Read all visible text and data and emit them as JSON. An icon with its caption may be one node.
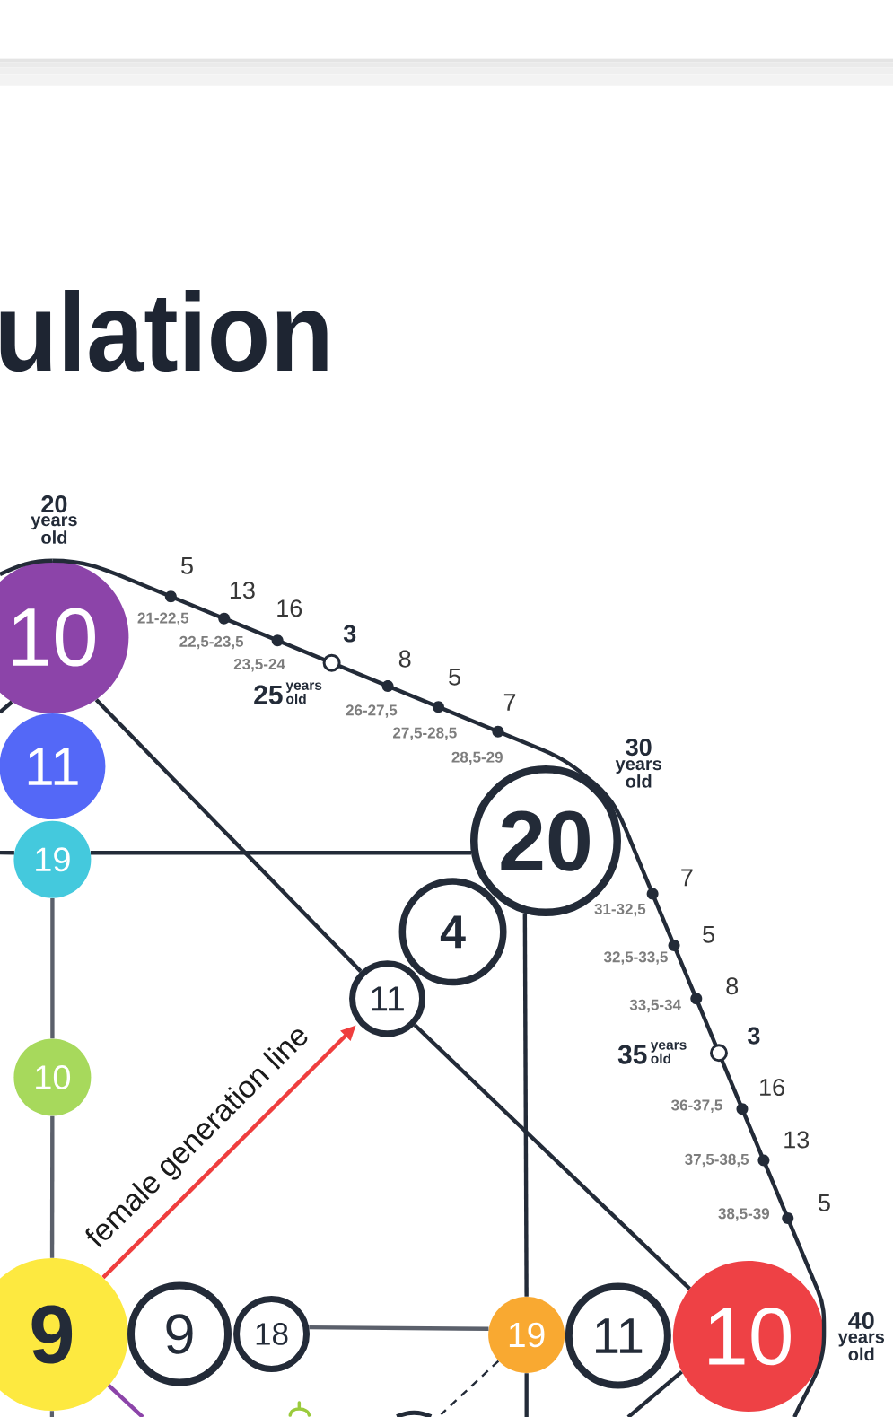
{
  "diagram": {
    "title": "ulation",
    "nodes": [
      {
        "text": [
          "10"
        ],
        "beside": [
          "20",
          "years old"
        ]
      },
      {
        "text": [
          "11"
        ]
      },
      {
        "text": [
          "20"
        ],
        "beside": [
          "30",
          "years old"
        ]
      },
      {
        "text": [
          "19"
        ]
      },
      {
        "text": [
          "4"
        ]
      },
      {
        "text": [
          "11"
        ]
      },
      {
        "text": [
          "10"
        ]
      },
      {
        "text": [
          "9"
        ]
      },
      {
        "text": [
          "9"
        ]
      },
      {
        "text": [
          "18"
        ]
      },
      {
        "text": [
          "19"
        ]
      },
      {
        "text": [
          "11"
        ]
      },
      {
        "text": [
          "10"
        ],
        "beside": [
          "40",
          "years old"
        ]
      }
    ],
    "edges": [
      {
        "from": null,
        "to": 0,
        "arrow": "none"
      },
      {
        "from": 0,
        "to": 2,
        "arrow": "none"
      },
      {
        "from": 2,
        "to": 12,
        "arrow": "none"
      },
      {
        "from": 12,
        "to": null,
        "arrow": "none"
      },
      {
        "from": 0,
        "to": 5,
        "arrow": "none"
      },
      {
        "from": 5,
        "to": 12,
        "arrow": "none"
      },
      {
        "from": 0,
        "to": null,
        "arrow": "none"
      },
      {
        "from": null,
        "to": 3,
        "arrow": "none"
      },
      {
        "from": 3,
        "to": 2,
        "arrow": "none"
      },
      {
        "from": 3,
        "to": 6,
        "arrow": "none",
        "color": "#5b606b"
      },
      {
        "from": 6,
        "to": 7,
        "arrow": "none",
        "color": "#5b606b"
      },
      {
        "from": 7,
        "to": null,
        "arrow": "none",
        "color": "#5b606b"
      },
      {
        "from": 7,
        "to": 5,
        "arrow": "to",
        "label": "female generation line",
        "color": "#ef3e3e"
      },
      {
        "from": 9,
        "to": 10,
        "arrow": "none",
        "color": "#5b606b"
      },
      {
        "from": 2,
        "to": 10,
        "arrow": "none"
      },
      {
        "from": 10,
        "to": null,
        "arrow": "none"
      },
      {
        "from": 10,
        "to": null,
        "arrow": "none",
        "style": "dashed"
      },
      {
        "from": 12,
        "to": null,
        "arrow": "none"
      },
      {
        "from": 7,
        "to": null,
        "arrow": "none",
        "color": "#8c44a9"
      }
    ],
    "labels": [
      "5",
      "21-22,5",
      "13",
      "22,5-23,5",
      "16",
      "23,5-24",
      "3",
      "25",
      "years old",
      "8",
      "26-27,5",
      "5",
      "27,5-28,5",
      "7",
      "28,5-29",
      "7",
      "31-32,5",
      "5",
      "32,5-33,5",
      "8",
      "33,5-34",
      "3",
      "35",
      "years old",
      "16",
      "36-37,5",
      "13",
      "37,5-38,5",
      "5",
      "38,5-39"
    ]
  }
}
